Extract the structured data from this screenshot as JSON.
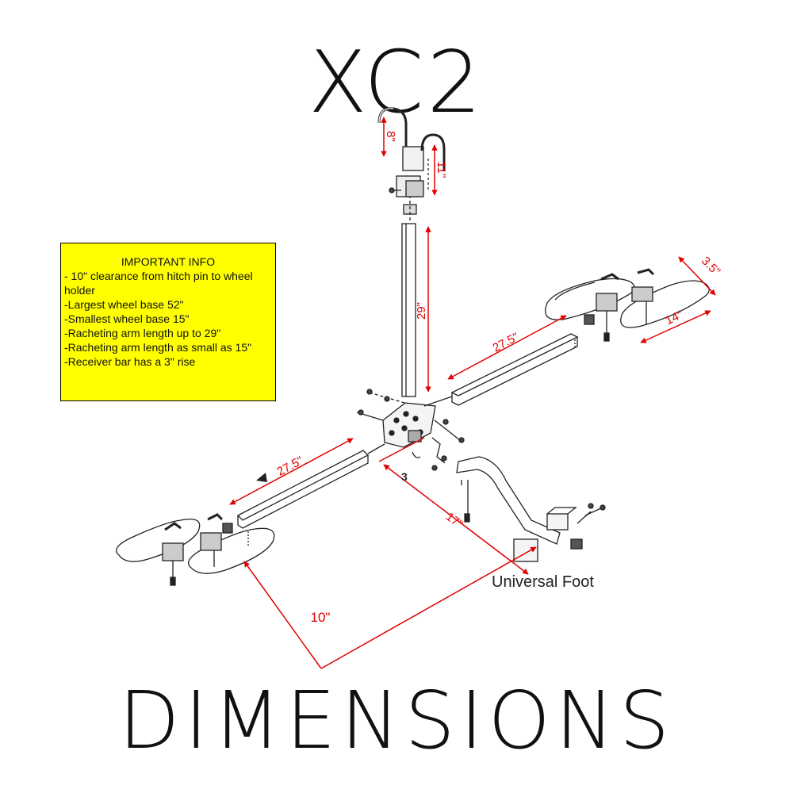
{
  "title": "XC2",
  "subtitle": "DIMENSIONS",
  "info_box": {
    "heading": "IMPORTANT INFO",
    "lines": [
      "- 10\" clearance from hitch pin to wheel holder",
      "-Largest wheel base 52\"",
      "-Smallest wheel base 15\"",
      "-Racheting arm length up to 29\"",
      "-Racheting arm length as small as 15\"",
      "-Receiver bar has a 3\" rise"
    ]
  },
  "dimensions": {
    "hook_height": "8\"",
    "upper_hook": "11\"",
    "vertical_arm": "29\"",
    "right_arm": "27.5\"",
    "right_tray_width": "3.5\"",
    "right_tray_length": "14\"",
    "left_arm": "27.5\"",
    "hitch_length": "17\"",
    "clearance": "10\"",
    "rise": "3"
  },
  "labels": {
    "foot": "Universal Foot"
  },
  "colors": {
    "dimension": "#e00000",
    "info_background": "#ffff00",
    "line": "#222222"
  }
}
